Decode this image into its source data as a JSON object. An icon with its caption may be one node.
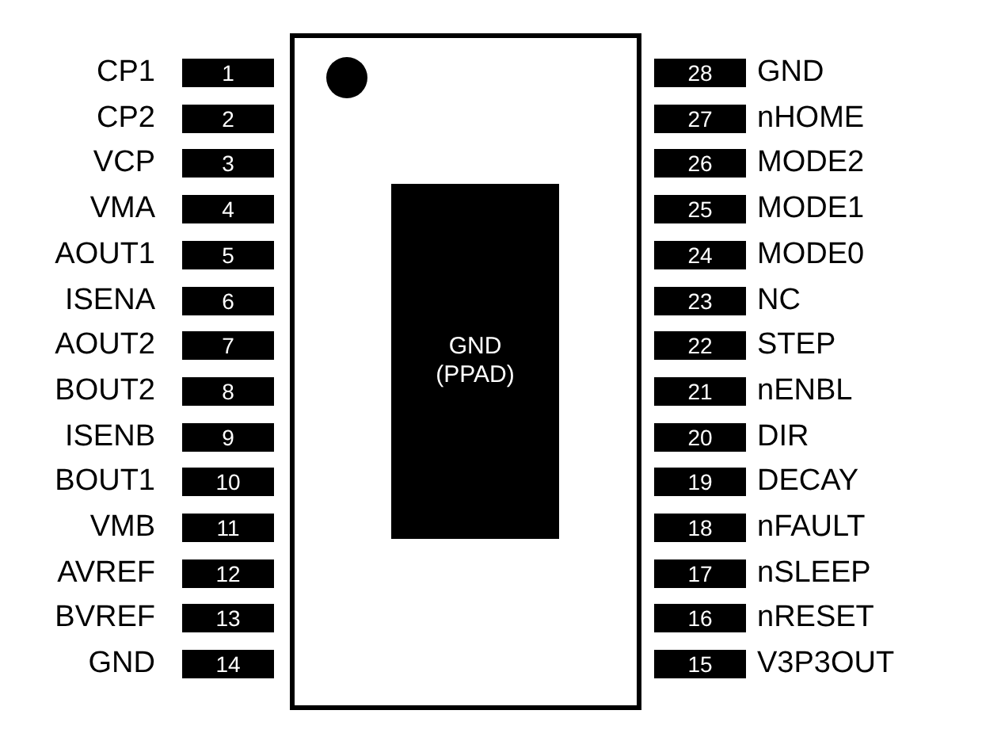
{
  "diagram": {
    "nodes": [
      {
        "text": [],
        "shape": "box"
      },
      {
        "text": [
          "GND (PPAD)"
        ],
        "in": 0
      },
      {
        "text": [
          "1"
        ],
        "beside": [
          "CP1"
        ]
      },
      {
        "text": [
          "2"
        ],
        "beside": [
          "CP2"
        ]
      },
      {
        "text": [
          "3"
        ],
        "beside": [
          "VCP"
        ]
      },
      {
        "text": [
          "4"
        ],
        "beside": [
          "VMA"
        ]
      },
      {
        "text": [
          "5"
        ],
        "beside": [
          "AOUT1"
        ]
      },
      {
        "text": [
          "6"
        ],
        "beside": [
          "ISENA"
        ]
      },
      {
        "text": [
          "7"
        ],
        "beside": [
          "AOUT2"
        ]
      },
      {
        "text": [
          "8"
        ],
        "beside": [
          "BOUT2"
        ]
      },
      {
        "text": [
          "9"
        ],
        "beside": [
          "ISENB"
        ]
      },
      {
        "text": [
          "10"
        ],
        "beside": [
          "BOUT1"
        ]
      },
      {
        "text": [
          "11"
        ],
        "beside": [
          "VMB"
        ]
      },
      {
        "text": [
          "12"
        ],
        "beside": [
          "AVREF"
        ]
      },
      {
        "text": [
          "13"
        ],
        "beside": [
          "BVREF"
        ]
      },
      {
        "text": [
          "14"
        ],
        "beside": [
          "GND"
        ]
      },
      {
        "text": [
          "15"
        ],
        "beside": [
          "V3P3OUT"
        ]
      },
      {
        "text": [
          "16"
        ],
        "beside": [
          "nRESET"
        ]
      },
      {
        "text": [
          "17"
        ],
        "beside": [
          "nSLEEP"
        ]
      },
      {
        "text": [
          "18"
        ],
        "beside": [
          "nFAULT"
        ]
      },
      {
        "text": [
          "19"
        ],
        "beside": [
          "DECAY"
        ]
      },
      {
        "text": [
          "20"
        ],
        "beside": [
          "DIR"
        ]
      },
      {
        "text": [
          "21"
        ],
        "beside": [
          "nENBL"
        ]
      },
      {
        "text": [
          "22"
        ],
        "beside": [
          "STEP"
        ]
      },
      {
        "text": [
          "23"
        ],
        "beside": [
          "NC"
        ]
      },
      {
        "text": [
          "24"
        ],
        "beside": [
          "MODE0"
        ]
      },
      {
        "text": [
          "25"
        ],
        "beside": [
          "MODE1"
        ]
      },
      {
        "text": [
          "26"
        ],
        "beside": [
          "MODE2"
        ]
      },
      {
        "text": [
          "27"
        ],
        "beside": [
          "nHOME"
        ]
      },
      {
        "text": [
          "28"
        ],
        "beside": [
          "GND"
        ]
      }
    ],
    "edges": []
  }
}
